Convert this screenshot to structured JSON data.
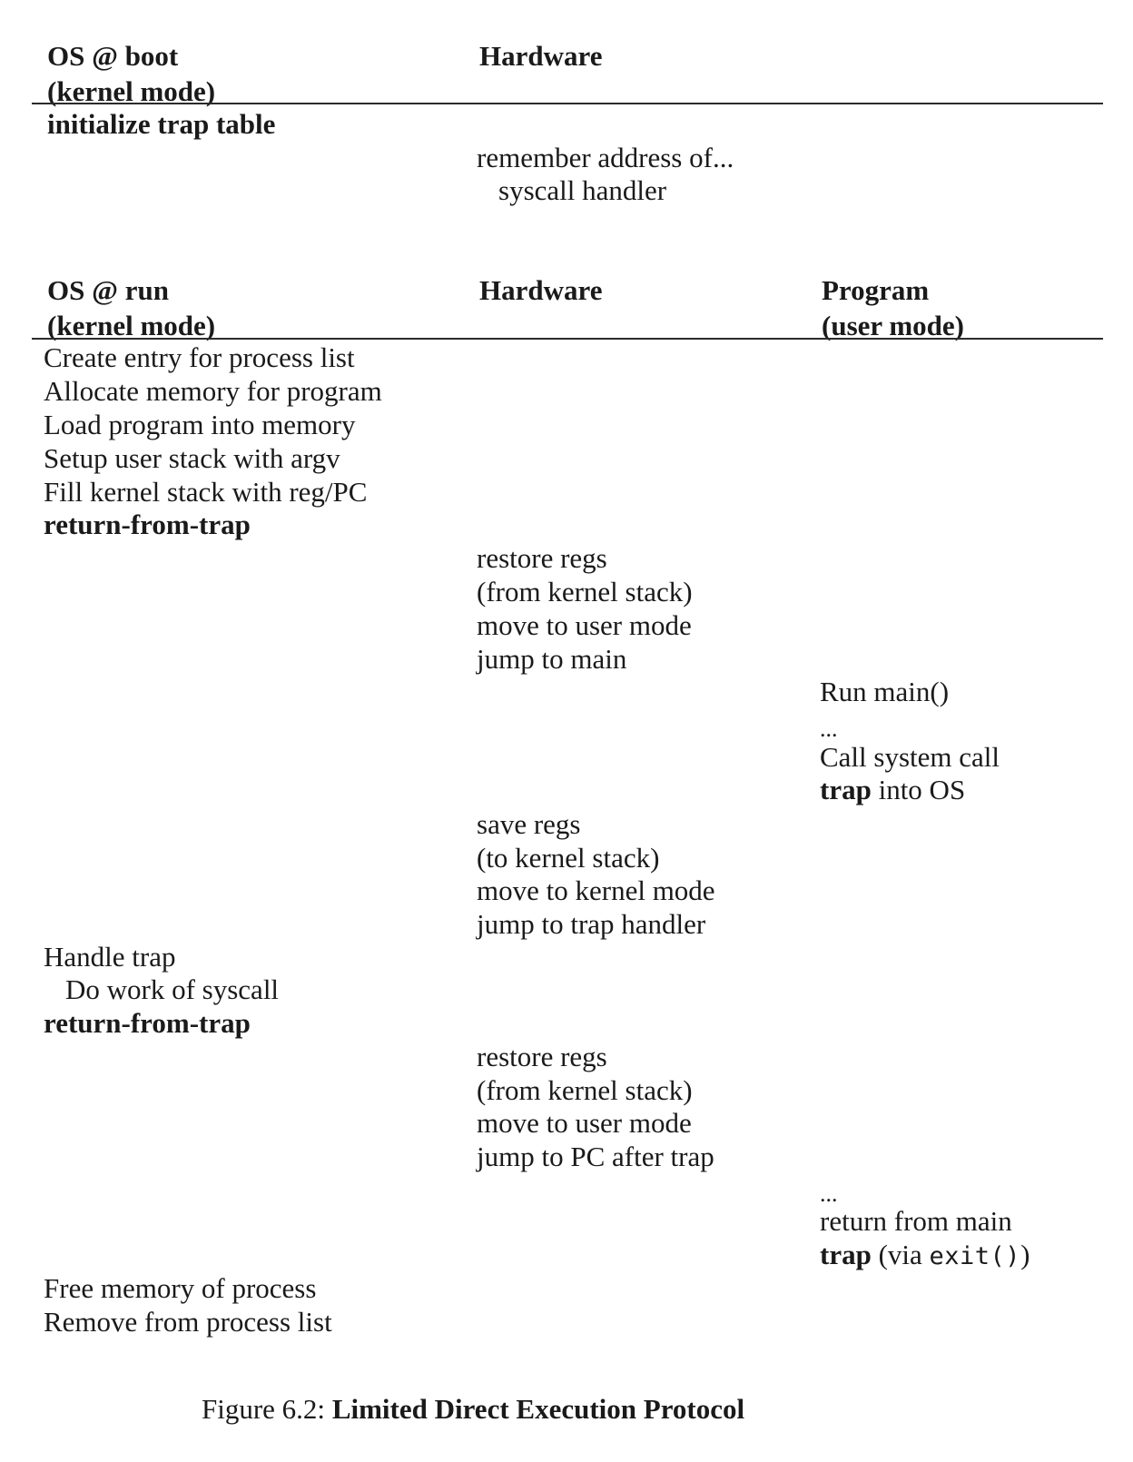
{
  "figure": {
    "caption_prefix": "Figure 6.2:",
    "caption_title": "Limited Direct Execution Protocol"
  },
  "section_boot": {
    "headers": {
      "os": {
        "line1": "OS @ boot",
        "line2": "(kernel mode)"
      },
      "hardware": {
        "line1": "Hardware",
        "line2": ""
      }
    },
    "os_column": [
      {
        "text": "initialize trap table",
        "bold": true,
        "indent": false
      }
    ],
    "hardware_column": [
      {
        "text": "remember address of...",
        "bold": false,
        "indent": false
      },
      {
        "text": "syscall handler",
        "bold": false,
        "indent": true
      }
    ]
  },
  "section_run": {
    "headers": {
      "os": {
        "line1": "OS @ run",
        "line2": "(kernel mode)"
      },
      "hardware": {
        "line1": "Hardware",
        "line2": ""
      },
      "program": {
        "line1": "Program",
        "line2": "(user mode)"
      }
    },
    "os_block_1": [
      "Create entry for process list",
      "Allocate memory for program",
      "Load program into memory",
      "Setup user stack with argv",
      "Fill kernel stack with reg/PC"
    ],
    "os_block_1_bold": "return-from-trap",
    "hw_block_restore_1": [
      "restore regs",
      "(from kernel stack)",
      "move to user mode",
      "jump to main"
    ],
    "prog_block_1": {
      "line_run_main": "Run main()",
      "line_ellipsis": "...",
      "line_call_syscall": "Call system call",
      "line_trap_bold": "trap",
      "line_trap_rest": " into OS"
    },
    "hw_block_save": [
      "save regs",
      "(to kernel stack)",
      "move to kernel mode",
      "jump to trap handler"
    ],
    "os_block_2": {
      "line_handle": "Handle trap",
      "line_dowork": "Do work of syscall",
      "line_bold": "return-from-trap"
    },
    "hw_block_restore_2": [
      "restore regs",
      "(from kernel stack)",
      "move to user mode",
      "jump to PC after trap"
    ],
    "prog_block_2": {
      "line_ellipsis": "...",
      "line_return_main": "return from main",
      "line_trap_bold": "trap",
      "line_via_open": " (via ",
      "line_exit_mono": "exit()",
      "line_via_close": ")"
    },
    "os_block_3": [
      "Free memory of process",
      "Remove from process list"
    ]
  },
  "colors": {
    "text": "#1a1a1a",
    "rule": "#2b2b2b",
    "background": "#ffffff"
  }
}
